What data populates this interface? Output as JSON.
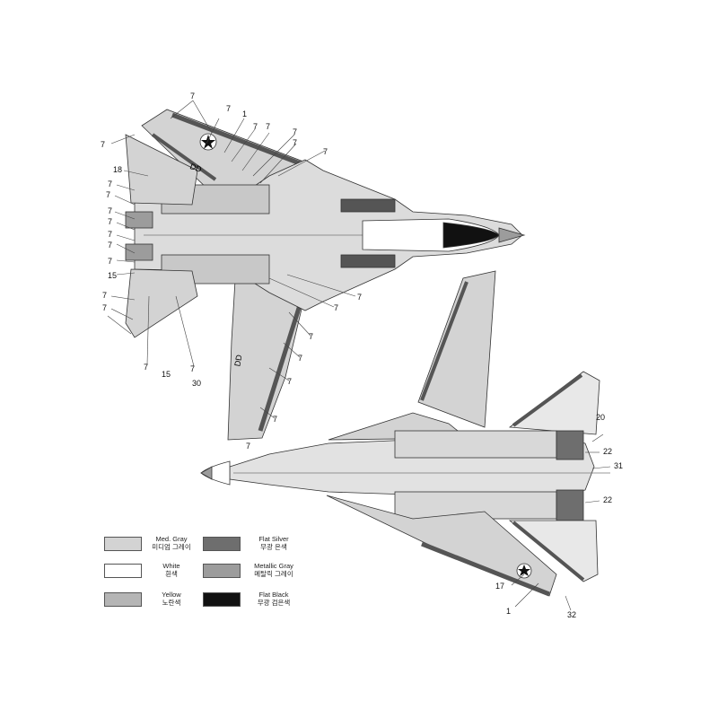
{
  "colors": {
    "med_gray": "#d3d3d3",
    "white": "#ffffff",
    "yellow": "#b5b5b5",
    "flat_silver": "#6e6e6e",
    "metallic_gray": "#9c9c9c",
    "flat_black": "#111111",
    "line": "#333333"
  },
  "top_view": {
    "nose_code": "DD",
    "wing_code": "DD",
    "callouts": [
      "7",
      "7",
      "1",
      "7",
      "7",
      "7",
      "7",
      "7",
      "7",
      "18",
      "7",
      "7",
      "7",
      "7",
      "7",
      "7",
      "15",
      "7",
      "7",
      "7",
      "7",
      "7",
      "7",
      "7",
      "15",
      "7",
      "30",
      "7",
      "7",
      "7",
      "7"
    ]
  },
  "bottom_view": {
    "callouts": [
      "20",
      "22",
      "31",
      "22",
      "17",
      "1",
      "32"
    ]
  },
  "legend": [
    {
      "key": "med_gray",
      "en": "Med. Gray",
      "ko": "미디엄 그레이",
      "color": "#d3d3d3"
    },
    {
      "key": "white",
      "en": "White",
      "ko": "흰색",
      "color": "#ffffff"
    },
    {
      "key": "yellow",
      "en": "Yellow",
      "ko": "노란색",
      "color": "#b5b5b5"
    },
    {
      "key": "flat_silver",
      "en": "Flat Silver",
      "ko": "무광 은색",
      "color": "#6e6e6e"
    },
    {
      "key": "metallic_gray",
      "en": "Metallic Gray",
      "ko": "메탈릭 그레이",
      "color": "#9c9c9c"
    },
    {
      "key": "flat_black",
      "en": "Flat Black",
      "ko": "무광 검은색",
      "color": "#111111"
    }
  ]
}
